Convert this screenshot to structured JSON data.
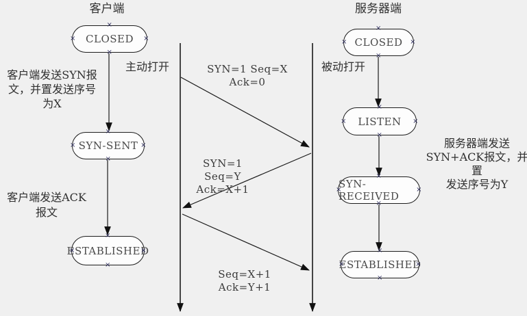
{
  "diagram": {
    "client": {
      "title": "客户端",
      "states": [
        "CLOSED",
        "SYN-SENT",
        "ESTABLISHED"
      ],
      "open_label": "主动打开",
      "note_syn": "客户端发送SYN报\n文，并置发送序号\n为X",
      "note_ack": "客户端发送ACK\n报文"
    },
    "server": {
      "title": "服务器端",
      "states": [
        "CLOSED",
        "LISTEN",
        "SYN-RECEIVED",
        "ESTABLISHED"
      ],
      "open_label": "被动打开",
      "note_synack": "服务器端发送\nSYN+ACK报文，并置\n发送序号为Y"
    },
    "messages": {
      "syn": "SYN=1 Seq=X Ack=0",
      "synack": "SYN=1 Seq=Y\nAck=X+1",
      "ack": "Seq=X+1 Ack=Y+1"
    }
  },
  "icons": {
    "handle_glyph": "×"
  },
  "colors": {
    "background": "#f0f0f0",
    "node_fill": "#fdfdfd",
    "line": "#1a1a1a",
    "handle": "#2d2d5c"
  }
}
